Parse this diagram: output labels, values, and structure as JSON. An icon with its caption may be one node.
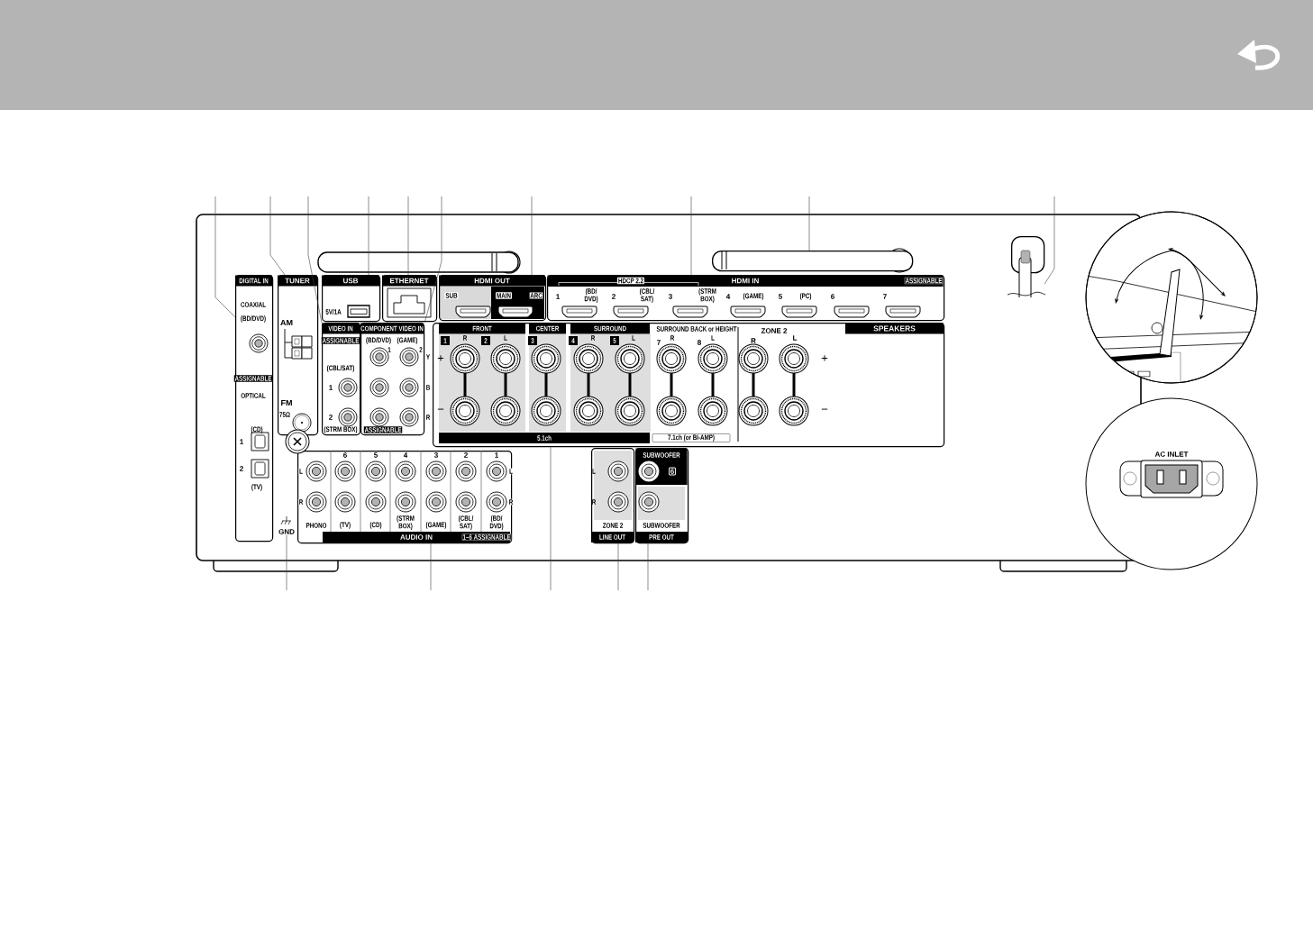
{
  "diagram": {
    "nodes": [
      {
        "text": [
          "DIGITAL IN",
          "COAXIAL",
          "(BD/DVD)",
          "ASSIGNABLE",
          "OPTICAL",
          "(CD)",
          "1",
          "2",
          "(TV)"
        ]
      },
      {
        "text": [
          "TUNER",
          "AM",
          "FM",
          "75Ω"
        ]
      },
      {
        "text": [
          "USB",
          "5V/1A"
        ]
      },
      {
        "text": [
          "ETHERNET"
        ]
      },
      {
        "text": [
          "HDMI OUT",
          "SUB",
          "MAIN",
          "ARC"
        ]
      },
      {
        "text": [
          "HDCP 2.2",
          "HDMI IN",
          "ASSIGNABLE",
          "1",
          "(BD/ DVD)",
          "2",
          "(CBL/ SAT)",
          "3",
          "(STRM BOX)",
          "4",
          "(GAME)",
          "5",
          "(PC)",
          "6",
          "7"
        ]
      },
      {
        "text": [
          "VIDEO IN",
          "ASSIGNABLE",
          "(CBL/SAT)",
          "1",
          "2",
          "(STRM BOX)"
        ]
      },
      {
        "text": [
          "COMPONENT VIDEO IN",
          "(BD/DVD)",
          "1",
          "(GAME)",
          "2",
          "Y",
          "B",
          "R",
          "ASSIGNABLE"
        ]
      },
      {
        "text": [
          "FRONT",
          "CENTER",
          "SURROUND",
          "SURROUND BACK or HEIGHT",
          "ZONE 2",
          "SPEAKERS",
          "1",
          "R",
          "2",
          "L",
          "3",
          "4",
          "R",
          "5",
          "L",
          "7",
          "R",
          "8",
          "L",
          "R",
          "L",
          "+",
          "+",
          "−",
          "−",
          "5.1ch",
          "7.1ch (or BI-AMP)"
        ]
      },
      {
        "text": [
          "6",
          "5",
          "4",
          "3",
          "2",
          "1",
          "L",
          "L",
          "R",
          "R",
          "PHONO",
          "(TV)",
          "(CD)",
          "(STRM BOX)",
          "(GAME)",
          "(CBL/ SAT)",
          "(BD/ DVD)",
          "AUDIO IN",
          "1–6 ASSIGNABLE"
        ]
      },
      {
        "text": [
          "GND"
        ]
      },
      {
        "text": [
          "L",
          "R",
          "ZONE 2",
          "LINE OUT"
        ]
      },
      {
        "text": [
          "SUBWOOFER",
          "6",
          "SUBWOOFER",
          "PRE OUT"
        ]
      },
      {
        "text": [],
        "shape": "picture"
      },
      {
        "text": [],
        "shape": "picture"
      },
      {
        "text": [
          "AC INLET"
        ]
      }
    ],
    "edges": [
      {
        "from": null,
        "to": 0,
        "arrow": "none"
      },
      {
        "from": null,
        "to": 1,
        "arrow": "none"
      },
      {
        "from": null,
        "to": 6,
        "arrow": "none"
      },
      {
        "from": null,
        "to": 2,
        "arrow": "none"
      },
      {
        "from": null,
        "to": 3,
        "arrow": "none"
      },
      {
        "from": null,
        "to": 7,
        "arrow": "none"
      },
      {
        "from": null,
        "to": 4,
        "arrow": "none"
      },
      {
        "from": null,
        "to": 5,
        "arrow": "none"
      },
      {
        "from": null,
        "to": 13,
        "arrow": "none"
      },
      {
        "from": null,
        "to": 14,
        "arrow": "none"
      },
      {
        "from": null,
        "to": 10,
        "arrow": "none"
      },
      {
        "from": null,
        "to": 9,
        "arrow": "none"
      },
      {
        "from": null,
        "to": 8,
        "arrow": "none"
      },
      {
        "from": null,
        "to": 11,
        "arrow": "none"
      },
      {
        "from": null,
        "to": 12,
        "arrow": "none"
      }
    ]
  }
}
